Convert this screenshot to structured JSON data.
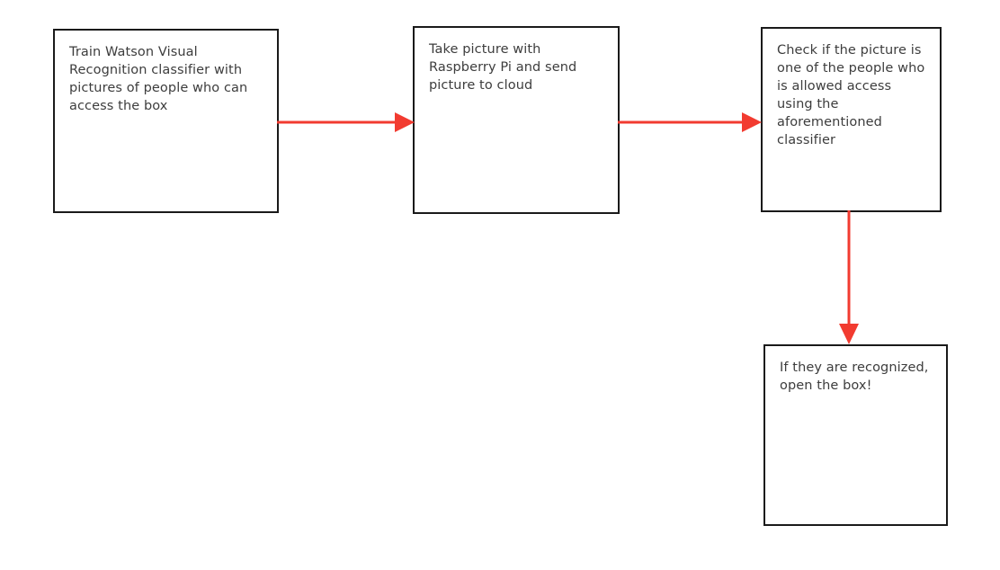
{
  "diagram": {
    "title": "Watson Visual Recognition smart box flowchart",
    "background_color": "#ffffff",
    "node_border_color": "#1a1a1a",
    "node_fill_color": "#ffffff",
    "text_color": "#3d3d3d",
    "arrow_color": "#f23b30",
    "nodes": [
      {
        "id": "train",
        "text": "Train Watson Visual Recognition classifier with pictures of people who can access the box"
      },
      {
        "id": "capture",
        "text": "Take picture with Raspberry Pi and send picture to cloud"
      },
      {
        "id": "verify",
        "text": "Check if the picture is one of the people who is allowed access using the aforementioned classifier"
      },
      {
        "id": "open",
        "text": "If they are recognized, open the box!"
      }
    ],
    "edges": [
      {
        "id": "train-capture",
        "from": "train",
        "to": "capture",
        "direction": "right",
        "label": ""
      },
      {
        "id": "capture-verify",
        "from": "capture",
        "to": "verify",
        "direction": "right",
        "label": ""
      },
      {
        "id": "verify-open",
        "from": "verify",
        "to": "open",
        "direction": "down",
        "label": ""
      }
    ]
  }
}
